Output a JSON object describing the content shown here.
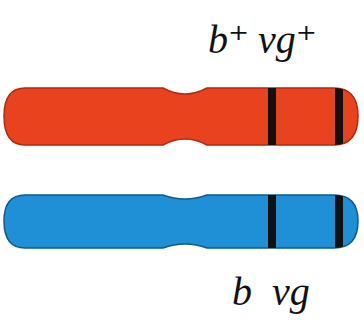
{
  "diagram": {
    "labels": [
      "b⁺",
      "vg⁺",
      "b",
      "vg"
    ]
  }
}
